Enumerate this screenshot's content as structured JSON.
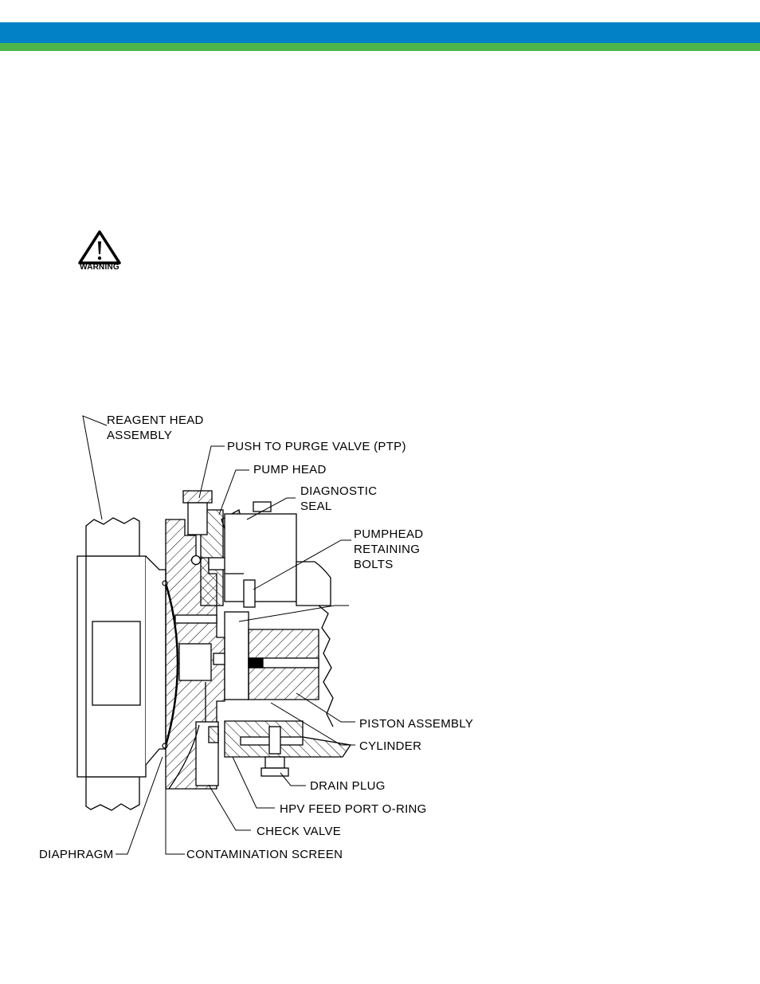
{
  "header": {
    "blue_color": "#0281c6",
    "green_color": "#4cb648"
  },
  "warning": {
    "icon": "warning-triangle-icon",
    "label": "WARNING"
  },
  "diagram": {
    "labels": {
      "reagent_head_1": "REAGENT  HEAD",
      "reagent_head_2": "ASSEMBLY",
      "ptp": "PUSH  TO  PURGE  VALVE  (PTP)",
      "pump_head": "PUMP  HEAD",
      "diag_seal_1": "DIAGNOSTIC",
      "diag_seal_2": "SEAL",
      "pumphead_1": "PUMPHEAD",
      "pumphead_2": "RETAINING",
      "pumphead_3": "BOLTS",
      "piston": "PISTON  ASSEMBLY",
      "cylinder": "CYLINDER",
      "drain_plug": "DRAIN  PLUG",
      "hpv": "HPV  FEED  PORT  O-RING",
      "check_valve": "CHECK  VALVE",
      "diaphragm": "DIAPHRAGM",
      "contamination": "CONTAMINATION  SCREEN"
    }
  }
}
